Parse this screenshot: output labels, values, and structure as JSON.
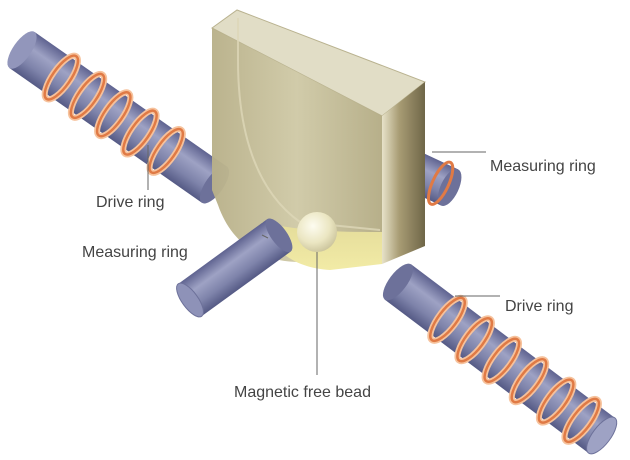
{
  "labels": {
    "measuring_ring_right": "Measuring ring",
    "drive_ring_left": "Drive ring",
    "measuring_ring_left": "Measuring ring",
    "drive_ring_right": "Drive ring",
    "bead": "Magnetic free bead"
  },
  "colors": {
    "rod_body": "#7f84aa",
    "rod_end": "#6d719a",
    "ring": "#e07a45",
    "ring_glow": "#f6c29c",
    "prism_front": "#c6bf96",
    "prism_top": "#e1ddc6",
    "prism_side": "#8e8360",
    "cup_fill": "#ede59a",
    "bead": "#ebe6c2",
    "leader_line": "#666666"
  }
}
